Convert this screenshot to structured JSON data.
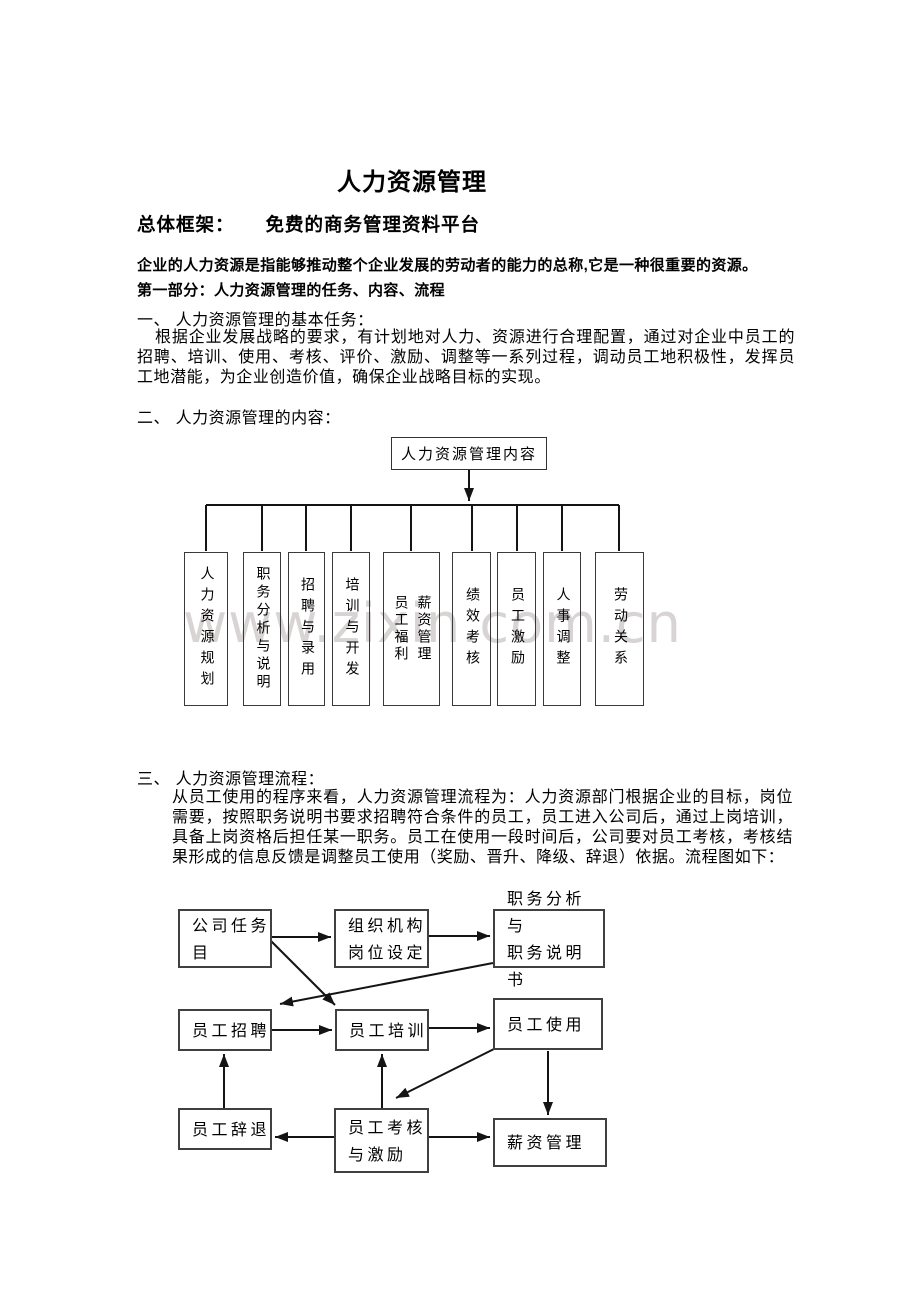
{
  "doc": {
    "title": "人力资源管理",
    "framework_label": "总体框架：",
    "framework_value": "免费的商务管理资料平台",
    "intro": "企业的人力资源是指能够推动整个企业发展的劳动者的能力的总称,它是一种很重要的资源。",
    "part1_heading": "第一部分：人力资源管理的任务、内容、流程",
    "section1_heading": "一、 人力资源管理的基本任务：",
    "section1_body": "根据企业发展战略的要求，有计划地对人力、资源进行合理配置，通过对企业中员工的招聘、培训、使用、考核、评价、激励、调整等一系列过程，调动员工地积极性，发挥员工地潜能，为企业创造价值，确保企业战略目标的实现。",
    "section2_heading": "二、 人力资源管理的内容：",
    "section3_heading": "三、 人力资源管理流程：",
    "section3_body": "从员工使用的程序来看，人力资源管理流程为：人力资源部门根据企业的目标，岗位需要，按照职务说明书要求招聘符合条件的员工，员工进入公司后，通过上岗培训，具备上岗资格后担任某一职务。员工在使用一段时间后，公司要对员工考核，考核结果形成的信息反馈是调整员工使用（奖励、晋升、降级、辞退）依据。流程图如下："
  },
  "org_chart": {
    "root": "人力资源管理内容",
    "watermark": "www.zixin.com.cn",
    "items": [
      "人力资源规划",
      "职务分析与说明",
      "招聘与录用",
      "培训与开发",
      "薪资管理\n员工福利",
      "绩效考核",
      "员工激励",
      "人事调整",
      "劳动关系"
    ]
  },
  "flow_chart": {
    "nodes": {
      "company_task": "公司任务\n目",
      "org_structure": "组织机构\n岗位设定",
      "job_analysis": "职务分析与\n职务说明书",
      "recruitment": "员工招聘",
      "training": "员工培训",
      "usage": "员工使用",
      "dismissal": "员工辞退",
      "assessment": "员工考核\n与激励",
      "salary": "薪资管理"
    }
  }
}
